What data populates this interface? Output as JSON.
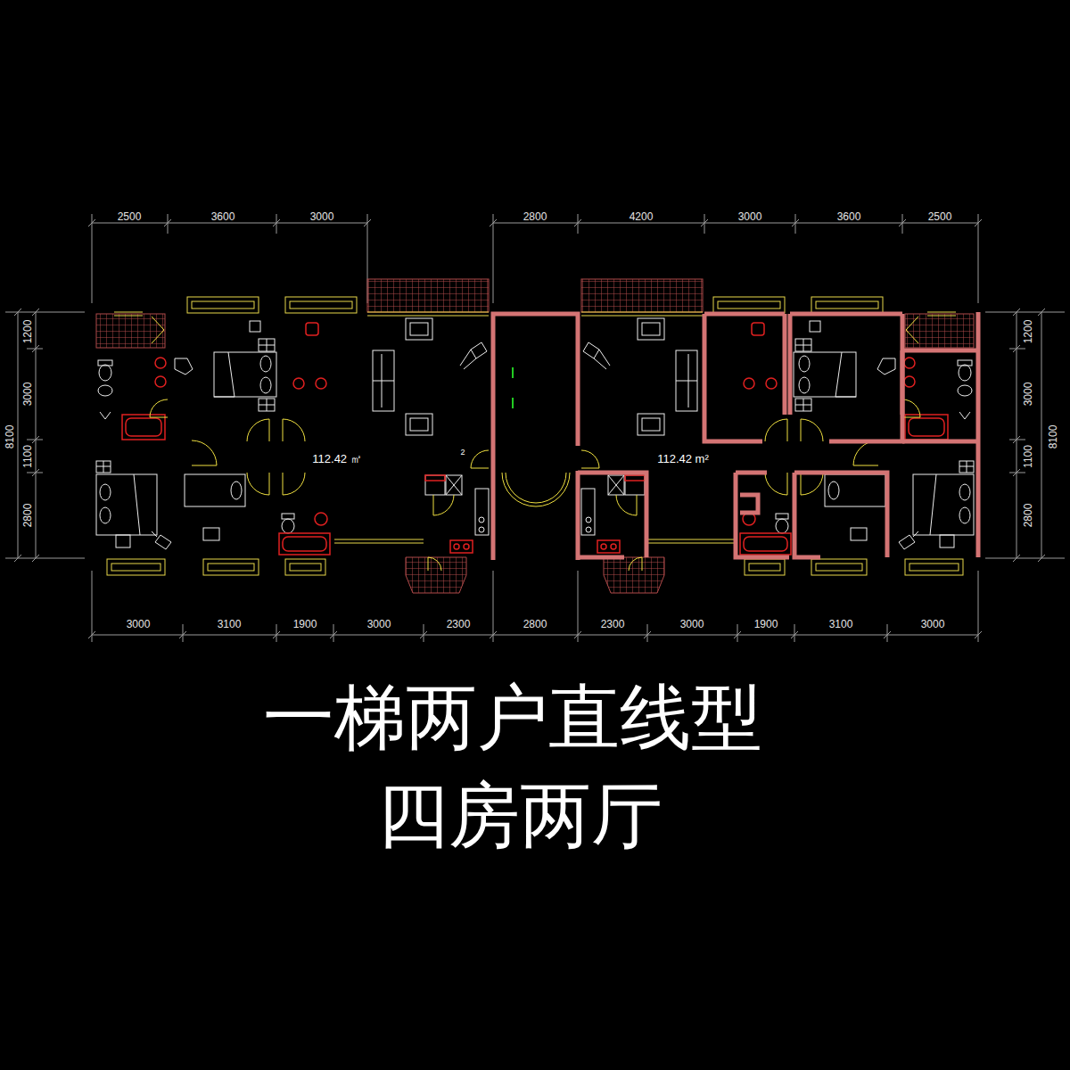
{
  "diagram": {
    "title": "一梯两户直线型",
    "caption": "四房两厅",
    "labels": [
      "2500",
      "3600",
      "3000",
      "2800",
      "4200",
      "3000",
      "3600",
      "2500",
      "3000",
      "3100",
      "1900",
      "3000",
      "2300",
      "2800",
      "2300",
      "3000",
      "1900",
      "3100",
      "3000",
      "1200",
      "3000",
      "1100",
      "8100",
      "2800",
      "1200",
      "3000",
      "1100",
      "8100",
      "2800",
      "112.42 ㎡",
      "112.42 m²",
      "2"
    ]
  }
}
